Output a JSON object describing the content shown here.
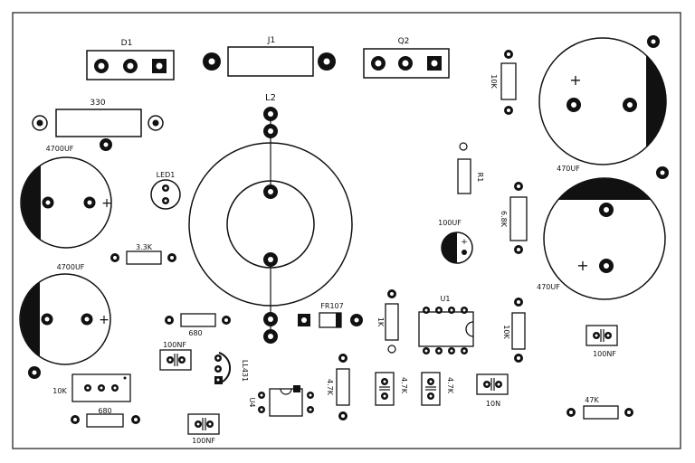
{
  "labels": {
    "d1": "D1",
    "j1": "J1",
    "q2": "Q2",
    "r_10k_top": "10K",
    "r_330": "330",
    "l2": "L2",
    "c_4700uf_a": "4700UF",
    "led1": "LED1",
    "r1": "R1",
    "c_470uf_a": "470UF",
    "r_6_8k": "6.8K",
    "c_100uf": "100UF",
    "r_3_3k": "3.3K",
    "c_4700uf_b": "4700UF",
    "c_470uf_b": "470UF",
    "fr107": "FR107",
    "r_1k": "1K",
    "u1": "U1",
    "r_10k_right": "10K",
    "c_100nf_right": "100NF",
    "r_680_mid": "680",
    "c_100nf_left": "100NF",
    "ic_ts": "LL431",
    "pot_10k": "10K",
    "r_4_7k_mid": "4.7K",
    "r_4_7k_a": "4.7K",
    "r_4_7k_b": "4.7K",
    "c_10n": "10N",
    "u4": "U4",
    "r_680_bot": "680",
    "c_100nf_bot": "100NF",
    "r_47k": "47K",
    "plus_a": "+",
    "plus_b": "+",
    "plus_c": "+",
    "plus_d": "+",
    "plus_e": "+"
  },
  "colors": {
    "ink": "#111111",
    "board": "#ffffff",
    "outline": "#444444"
  }
}
